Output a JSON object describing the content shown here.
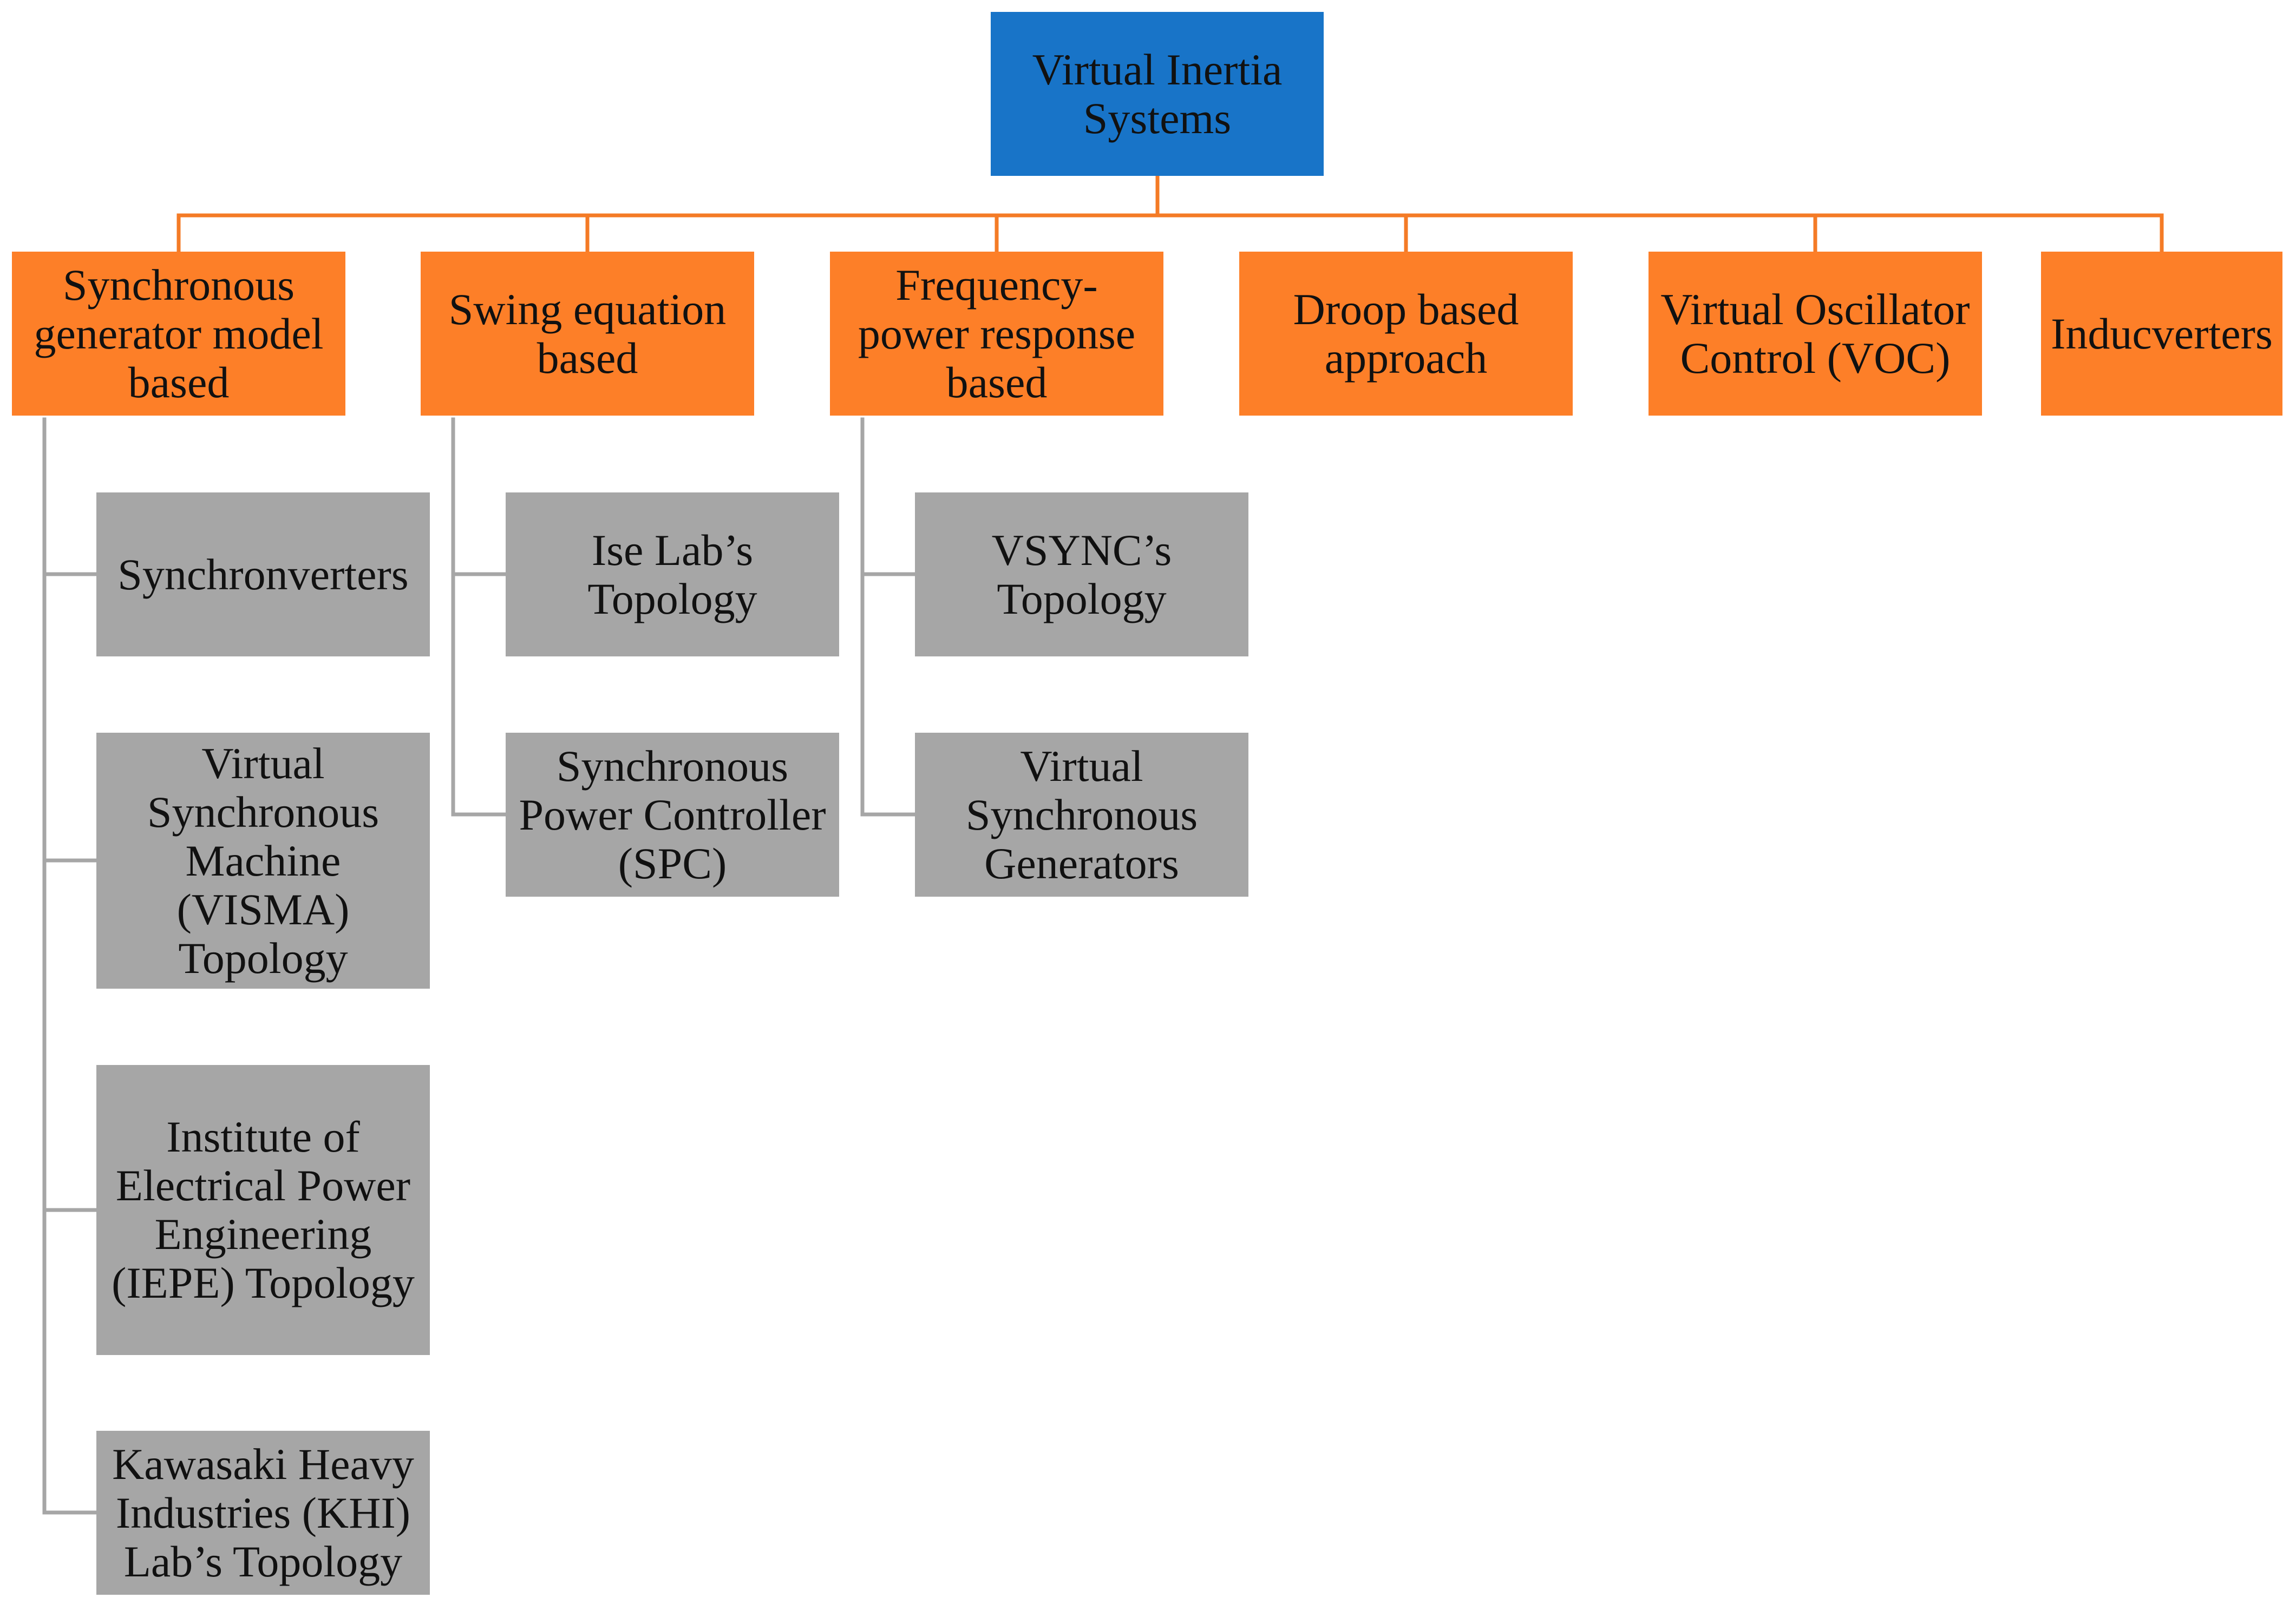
{
  "colors": {
    "root_fill": "#1874c8",
    "category_fill": "#fd7f28",
    "item_fill": "#a6a6a6",
    "category_connector": "#f47b26",
    "item_connector": "#a6a6a6"
  },
  "root": {
    "label": "Virtual Inertia\nSystems"
  },
  "categories": [
    {
      "label": "Synchronous\ngenerator model\nbased",
      "children": [
        "Synchronverters",
        "Virtual\nSynchronous\nMachine\n(VISMA)\nTopology",
        "Institute of\nElectrical Power\nEngineering\n(IEPE) Topology",
        "Kawasaki Heavy\nIndustries (KHI)\nLab’s Topology"
      ]
    },
    {
      "label": "Swing equation\nbased",
      "children": [
        "Ise Lab’s\nTopology",
        "Synchronous\nPower Controller\n(SPC)"
      ]
    },
    {
      "label": "Frequency-\npower response\nbased",
      "children": [
        "VSYNC’s\nTopology",
        "Virtual\nSynchronous\nGenerators"
      ]
    },
    {
      "label": "Droop based\napproach",
      "children": []
    },
    {
      "label": "Virtual Oscillator\nControl (VOC)",
      "children": []
    },
    {
      "label": "Inducverters",
      "children": []
    }
  ]
}
